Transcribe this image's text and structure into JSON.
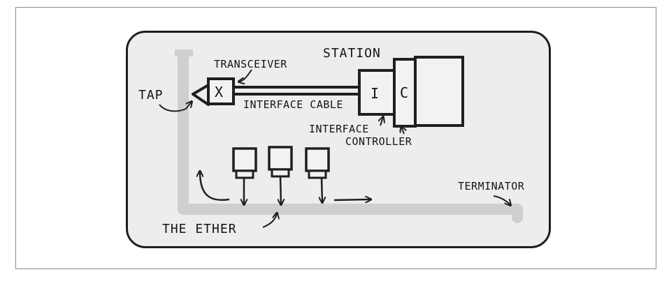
{
  "labels": {
    "station": "STATION",
    "transceiver": "TRANSCEIVER",
    "tap": "TAP",
    "transceiver_mark": "X",
    "interface_cable": "INTERFACE CABLE",
    "interface_mark": "I",
    "controller_mark": "C",
    "interface_controller_line1": "INTERFACE",
    "interface_controller_line2": "CONTROLLER",
    "terminator": "TERMINATOR",
    "the_ether": "THE ETHER"
  },
  "colors": {
    "ink": "#1f1f1f",
    "ether": "#c8c8c8",
    "board": "#ededed",
    "station_fill": "#e6e6e6"
  }
}
